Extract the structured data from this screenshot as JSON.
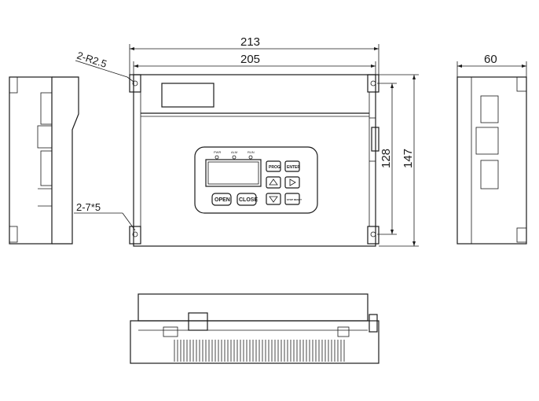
{
  "dimensions": {
    "overall_width": "213",
    "inner_width": "205",
    "height_inner": "128",
    "height_overall": "147",
    "depth": "60",
    "corner_radius": "2-R2.5",
    "mount_holes": "2-7*5"
  },
  "keypad": {
    "led_labels": [
      "PWR",
      "ALM",
      "RUN"
    ],
    "prog_label": "PROG",
    "enter_label": "ENTER",
    "open_label": "OPEN",
    "close_label": "CLOSE",
    "stop_label": "STOP RESET"
  }
}
